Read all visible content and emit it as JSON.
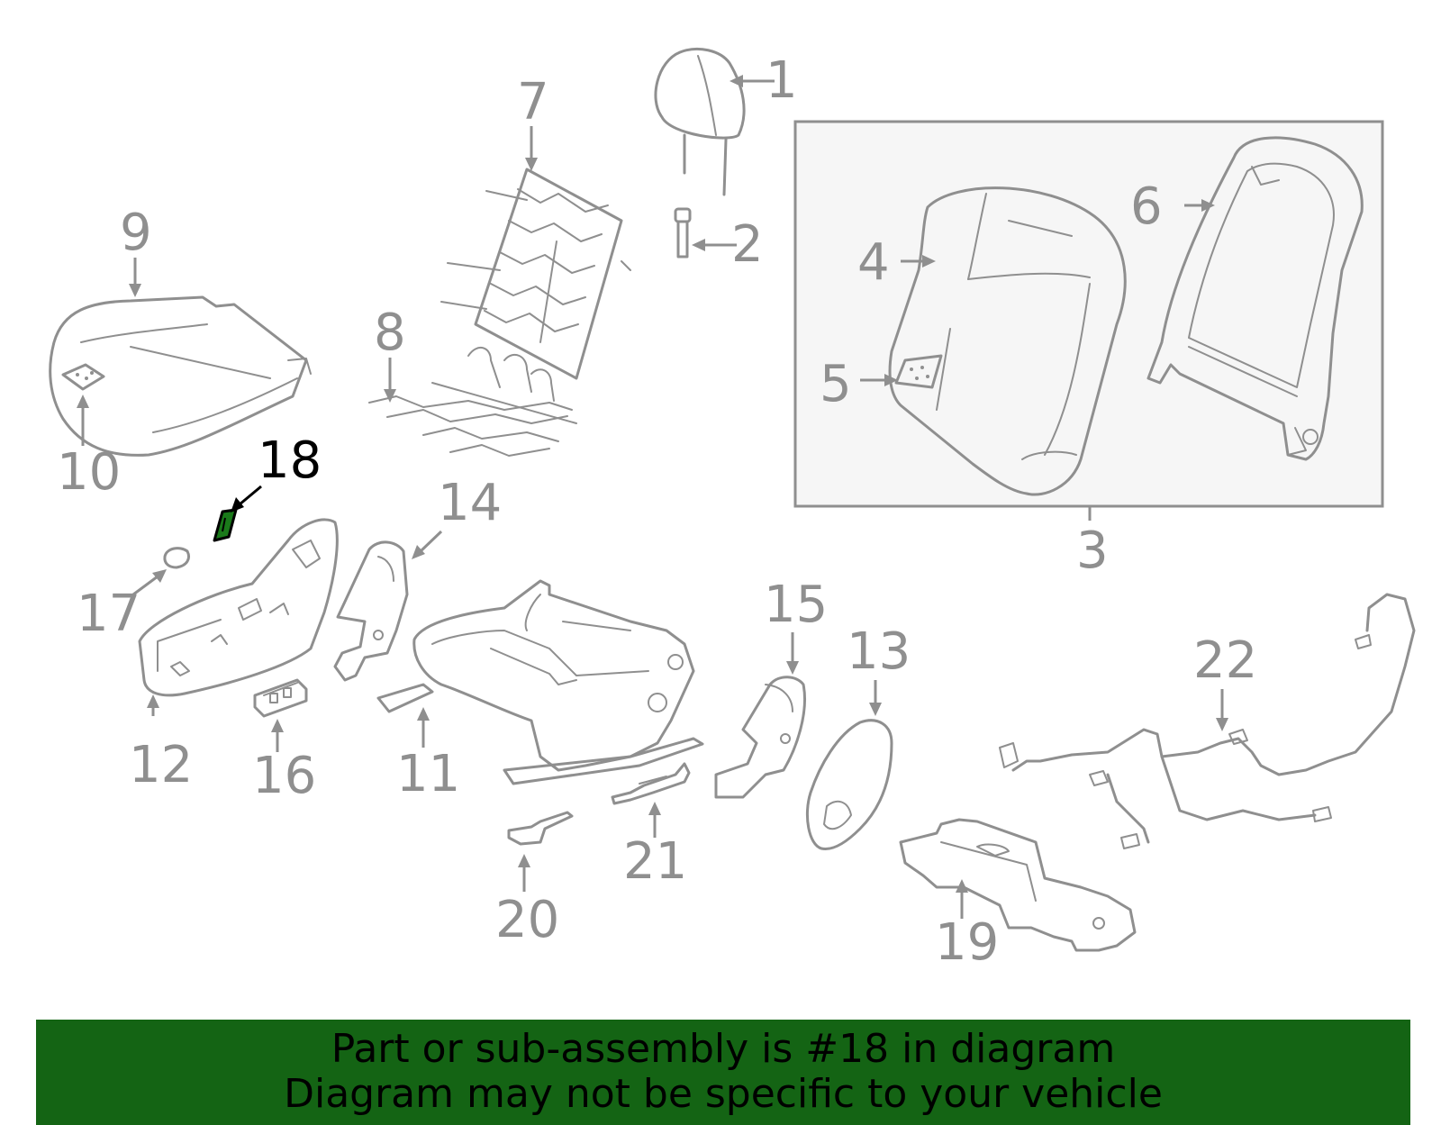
{
  "colors": {
    "part_stroke": "#8f8f8f",
    "highlight_fill": "#1a7a1a",
    "banner_background": "#146414",
    "subassembly_box_fill": "#f6f6f6"
  },
  "callouts": {
    "c1": "1",
    "c2": "2",
    "c3": "3",
    "c4": "4",
    "c5": "5",
    "c6": "6",
    "c7": "7",
    "c8": "8",
    "c9": "9",
    "c10": "10",
    "c11": "11",
    "c12": "12",
    "c13": "13",
    "c14": "14",
    "c15": "15",
    "c16": "16",
    "c17": "17",
    "c18": "18",
    "c19": "19",
    "c20": "20",
    "c21": "21",
    "c22": "22"
  },
  "highlighted_callout": "18",
  "banner": {
    "line1": "Part or sub-assembly is #18 in diagram",
    "line2": "Diagram may not be specific to your vehicle"
  }
}
